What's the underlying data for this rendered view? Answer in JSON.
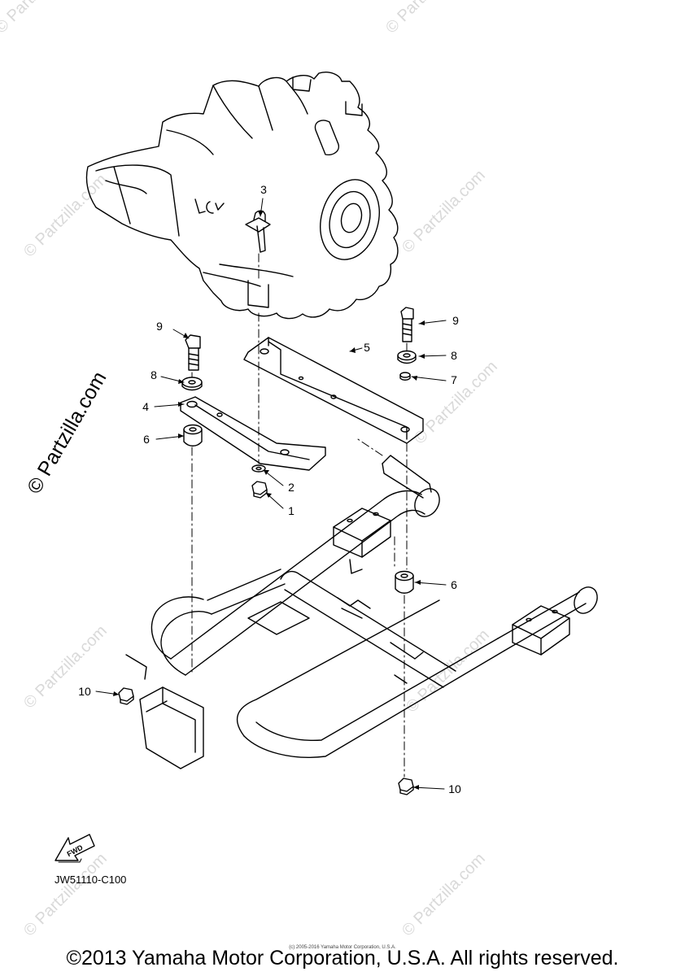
{
  "watermark": {
    "faint_text": "© Partzilla.com",
    "main_text": "© Partzilla.com"
  },
  "callouts": [
    {
      "id": "1",
      "label": "1"
    },
    {
      "id": "2",
      "label": "2"
    },
    {
      "id": "3",
      "label": "3"
    },
    {
      "id": "4",
      "label": "4"
    },
    {
      "id": "5",
      "label": "5"
    },
    {
      "id": "6a",
      "label": "6"
    },
    {
      "id": "6b",
      "label": "6"
    },
    {
      "id": "7",
      "label": "7"
    },
    {
      "id": "8a",
      "label": "8"
    },
    {
      "id": "8b",
      "label": "8"
    },
    {
      "id": "9a",
      "label": "9"
    },
    {
      "id": "9b",
      "label": "9"
    },
    {
      "id": "10a",
      "label": "10"
    },
    {
      "id": "10b",
      "label": "10"
    }
  ],
  "fwd_label": "FWD",
  "diagram_code": "JW51110-C100",
  "small_notice": "(c) 2005-2016 Yamaha Motor Corporation, U.S.A.",
  "copyright": "©2013 Yamaha Motor Corporation, U.S.A. All rights reserved."
}
